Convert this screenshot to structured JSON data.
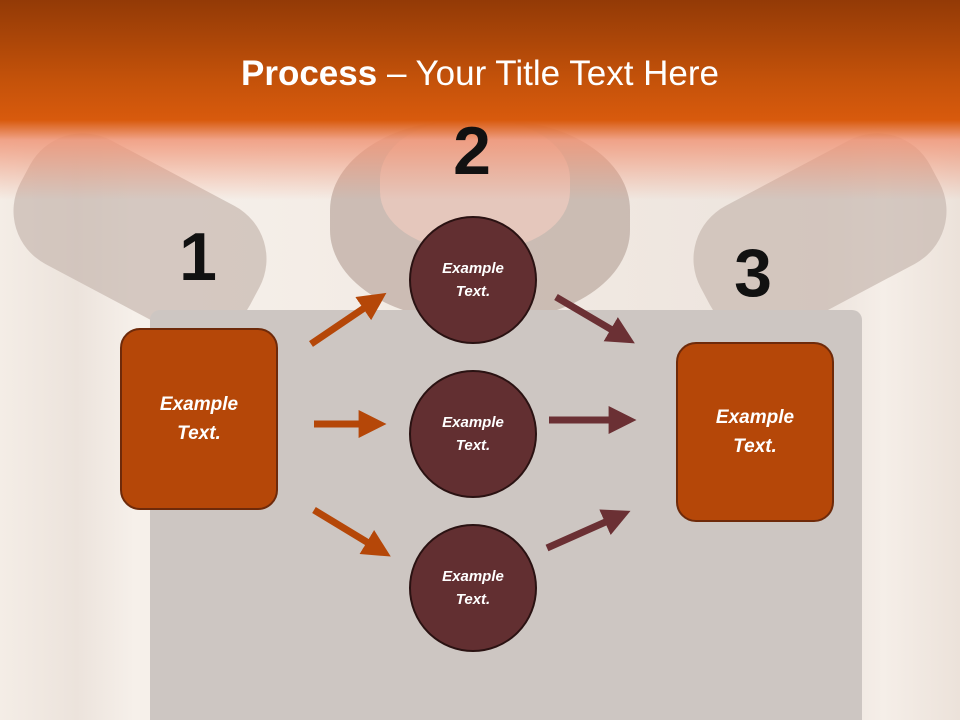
{
  "title": {
    "bold": "Process",
    "rest": " – Your Title Text Here"
  },
  "steps": [
    {
      "number": "1",
      "label": "Example Text."
    },
    {
      "number": "2",
      "nodes": [
        "Example Text.",
        "Example Text.",
        "Example Text."
      ]
    },
    {
      "number": "3",
      "label": "Example Text."
    }
  ],
  "colors": {
    "box": "#b54708",
    "circle": "#622f31",
    "arrow_left": "#b54708",
    "arrow_right": "#6b3034"
  }
}
